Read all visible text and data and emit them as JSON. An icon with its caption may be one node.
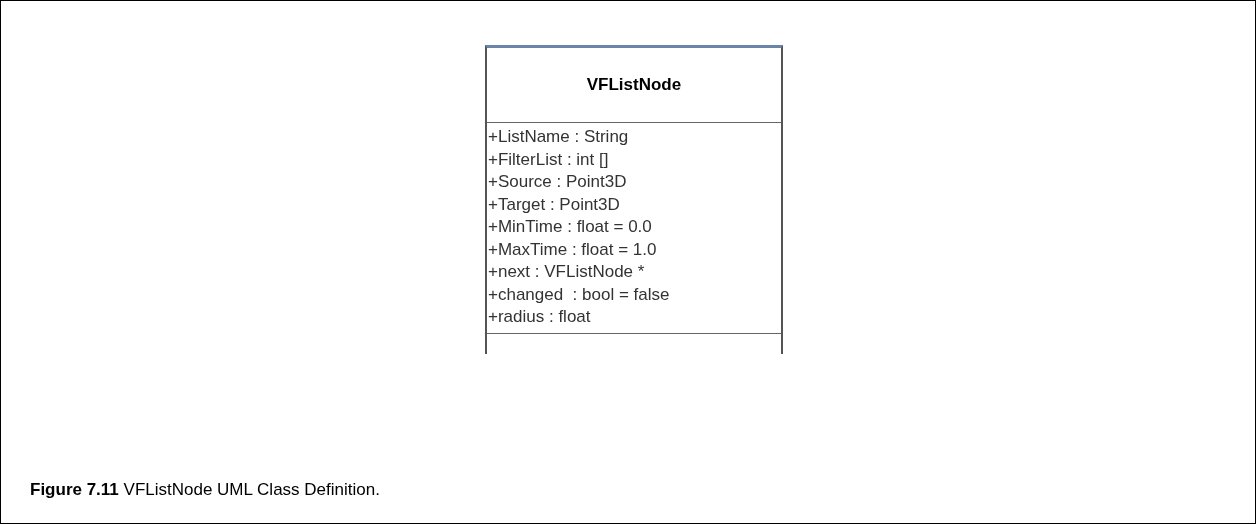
{
  "diagram": {
    "caption": "**Figure 7.11** VFListNode UML Class Definition.",
    "nodes": [
      {
        "text": [
          "VFListNode",
          "+ListName : String",
          "+FilterList : int []",
          "+Source : Point3D",
          "+Target : Point3D",
          "+MinTime : float = 0.0",
          "+MaxTime : float = 1.0",
          "+next : VFListNode *",
          "+changed  : bool = false",
          "+radius : float"
        ]
      }
    ]
  }
}
